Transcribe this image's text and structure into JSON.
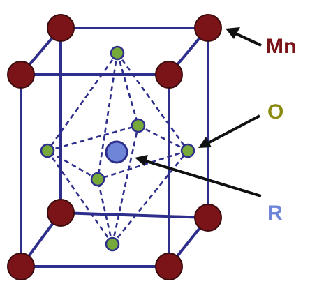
{
  "labels": {
    "mn": "Mn",
    "o": "O",
    "r": "R"
  },
  "colors": {
    "edge": "#2e2e8c",
    "mn_atom": "#7a1418",
    "mn_outline": "#3a0a0c",
    "o_atom": "#76a83a",
    "o_outline": "#2e2e8c",
    "r_atom": "#6f86d8",
    "r_outline": "#2e2e8c",
    "arrow": "#111111",
    "mn_label": "#7a1418",
    "o_label": "#8a8a10",
    "r_label": "#6f86d8"
  }
}
